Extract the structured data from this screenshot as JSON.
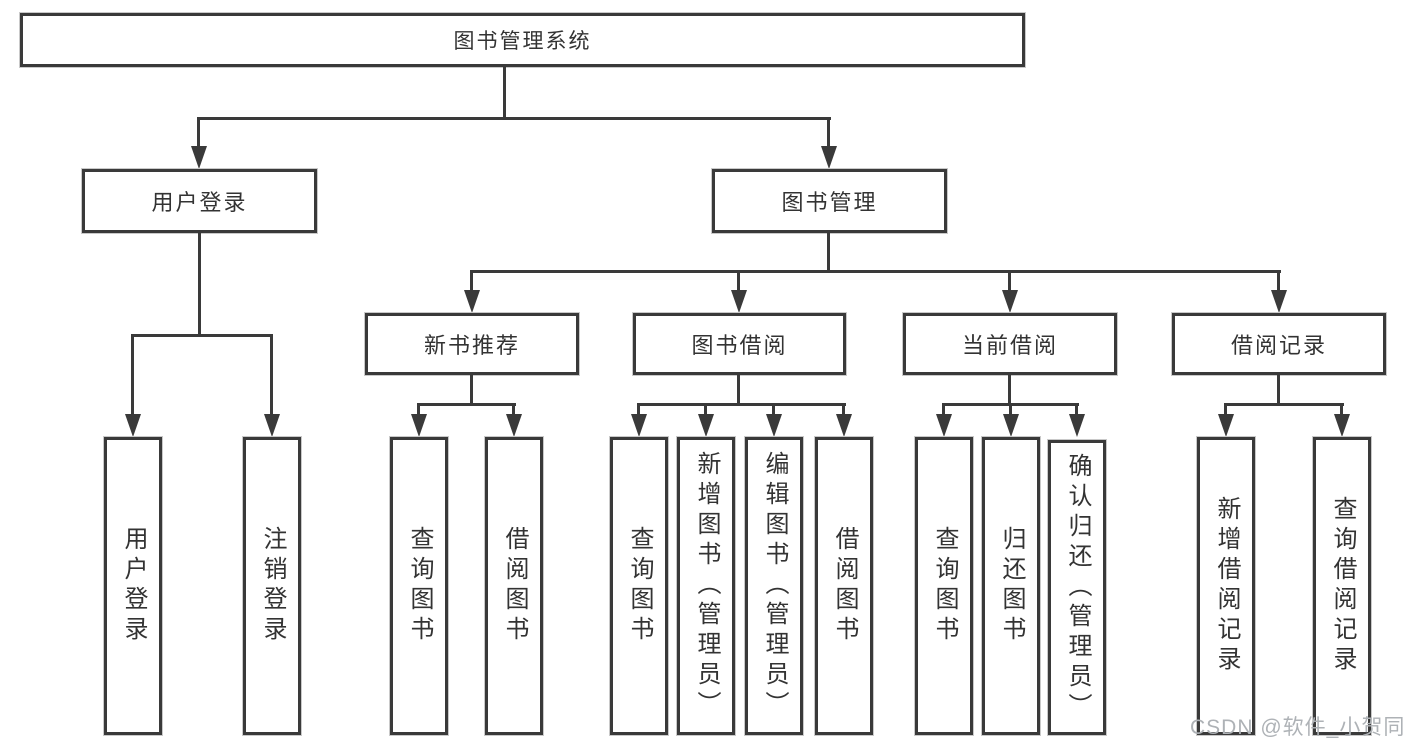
{
  "tree": {
    "root": {
      "label": "图书管理系统"
    },
    "branches": [
      {
        "label": "用户登录",
        "children": [
          "用户登录",
          "注销登录"
        ]
      },
      {
        "label": "图书管理",
        "sections": [
          {
            "label": "新书推荐",
            "children": [
              "查询图书",
              "借阅图书"
            ]
          },
          {
            "label": "图书借阅",
            "children": [
              "查询图书",
              "新增图书（管理员）",
              "编辑图书（管理员）",
              "借阅图书"
            ]
          },
          {
            "label": "当前借阅",
            "children": [
              "查询图书",
              "归还图书",
              "确认归还（管理员）"
            ]
          },
          {
            "label": "借阅记录",
            "children": [
              "新增借阅记录",
              "查询借阅记录"
            ]
          }
        ]
      }
    ]
  },
  "watermark": "CSDN @软件_小贺同学",
  "colors": {
    "line": "#3a3a3a",
    "text": "#333333",
    "background": "#ffffff",
    "watermark": "#aeb2b6"
  }
}
